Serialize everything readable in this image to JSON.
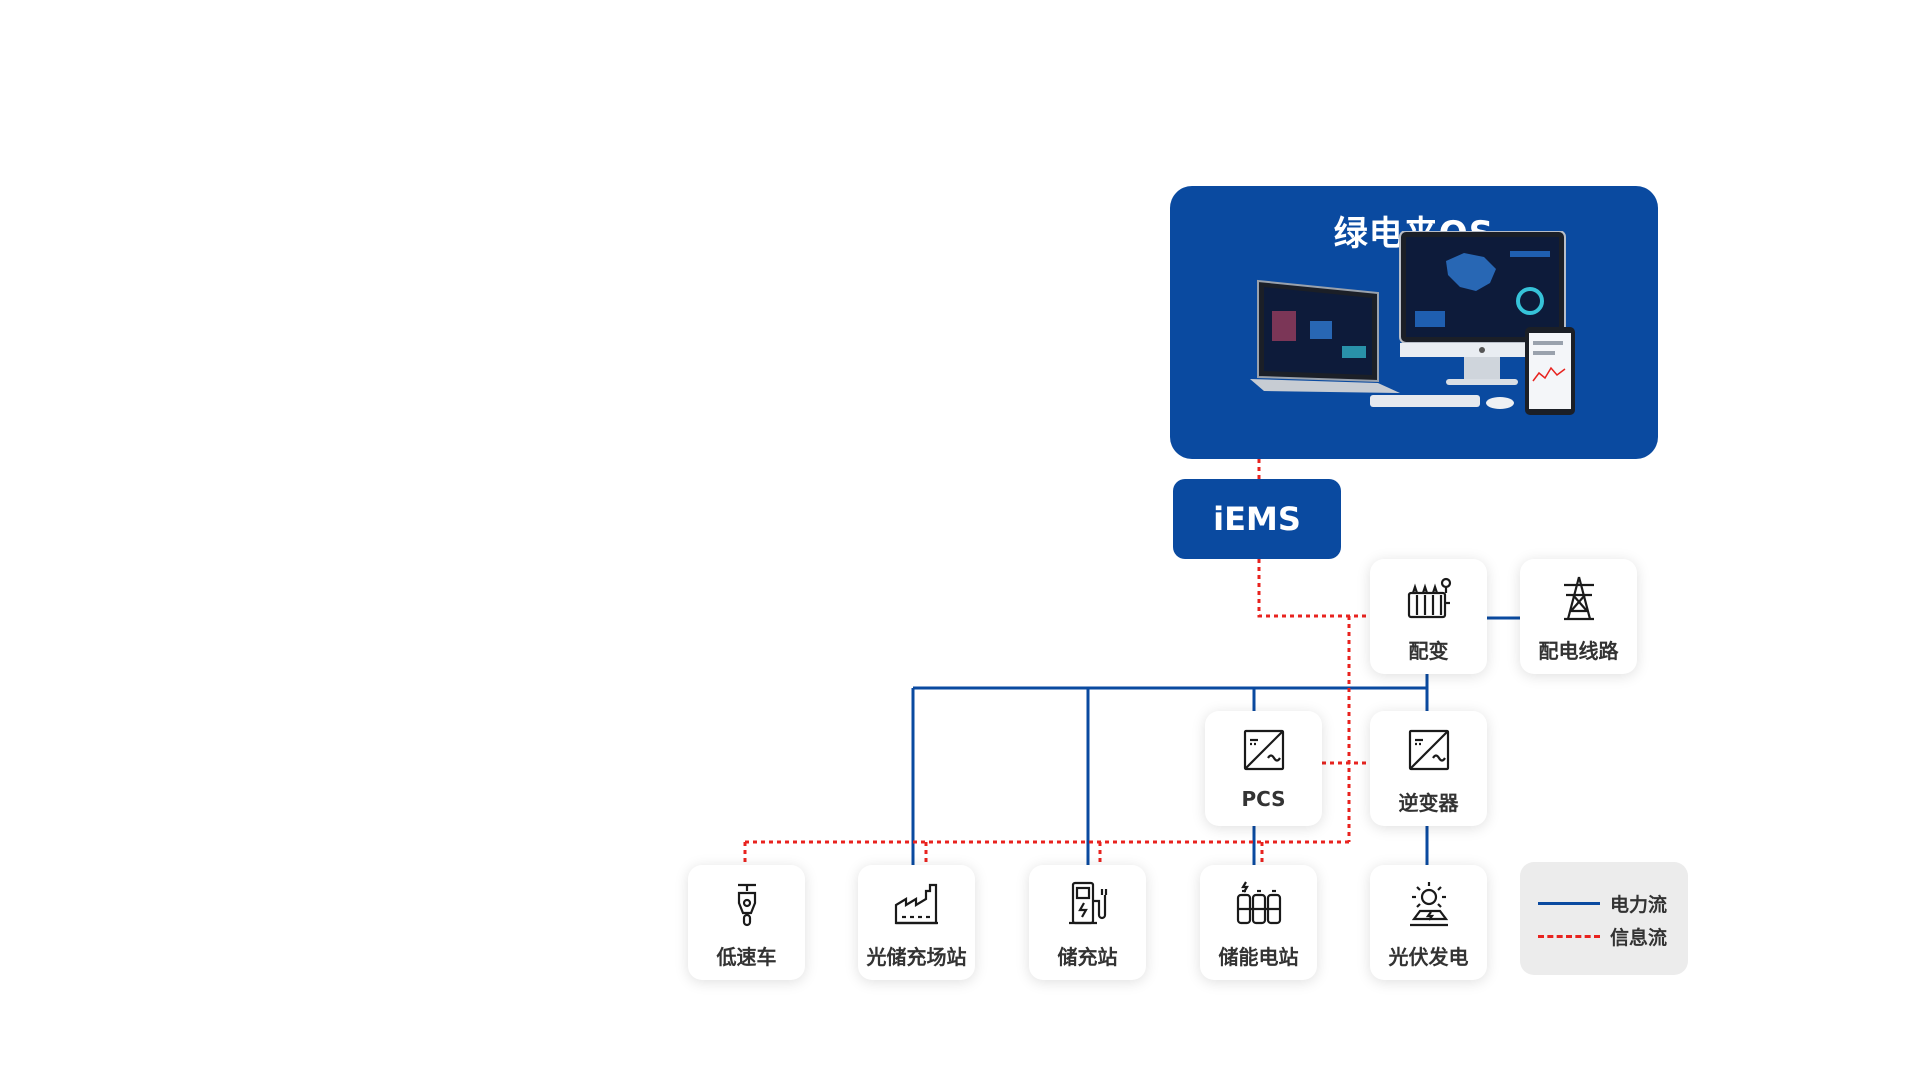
{
  "header": {
    "os_title": "绿电来OS",
    "iems_label": "iEMS"
  },
  "nodes": {
    "transformer": {
      "label": "配变",
      "icon": "transformer-icon"
    },
    "grid_line": {
      "label": "配电线路",
      "icon": "transmission-tower-icon"
    },
    "pcs": {
      "label": "PCS",
      "icon": "converter-icon"
    },
    "inverter": {
      "label": "逆变器",
      "icon": "converter-icon"
    },
    "low_speed_vehicle": {
      "label": "低速车",
      "icon": "scooter-icon"
    },
    "pv_storage_charging": {
      "label": "光储充场站",
      "icon": "factory-icon"
    },
    "charging_station": {
      "label": "储充站",
      "icon": "charger-icon"
    },
    "energy_storage": {
      "label": "储能电站",
      "icon": "battery-icon"
    },
    "pv_generation": {
      "label": "光伏发电",
      "icon": "solar-panel-icon"
    }
  },
  "legend": {
    "power_flow": "电力流",
    "info_flow": "信息流"
  },
  "colors": {
    "brand_blue": "#0a4aa0",
    "power_flow": "#0a4aa0",
    "info_flow": "#e8231f"
  }
}
